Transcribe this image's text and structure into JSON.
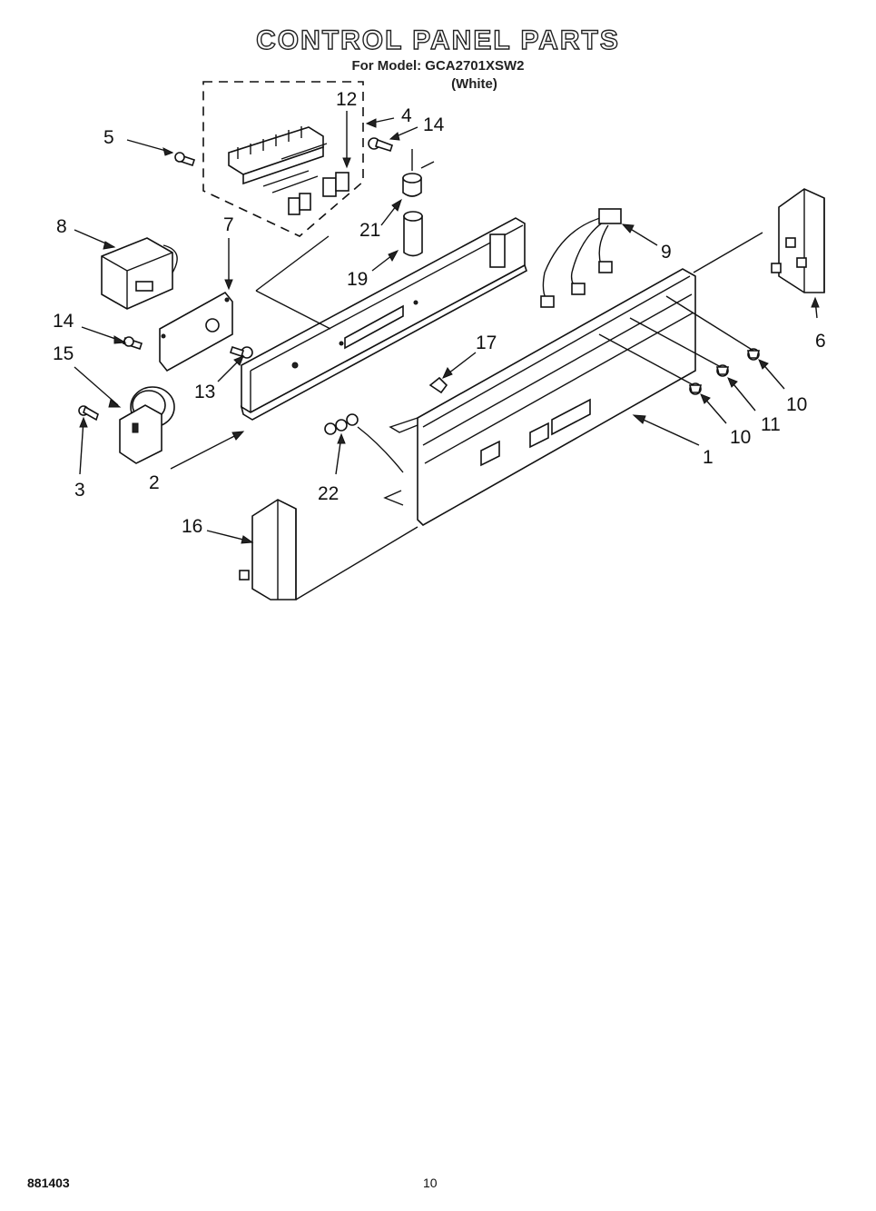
{
  "header": {
    "title": "CONTROL PANEL PARTS",
    "model_line": "For Model: GCA2701XSW2",
    "color_line": "(White)"
  },
  "callouts": {
    "c1": "1",
    "c2": "2",
    "c3": "3",
    "c4": "4",
    "c5": "5",
    "c6": "6",
    "c7": "7",
    "c8": "8",
    "c9": "9",
    "c10a": "10",
    "c10b": "10",
    "c11": "11",
    "c12": "12",
    "c13": "13",
    "c14a": "14",
    "c14b": "14",
    "c15": "15",
    "c16": "16",
    "c17": "17",
    "c19": "19",
    "c21": "21",
    "c22": "22"
  },
  "footer": {
    "doc_number": "881403",
    "page_number": "10"
  }
}
